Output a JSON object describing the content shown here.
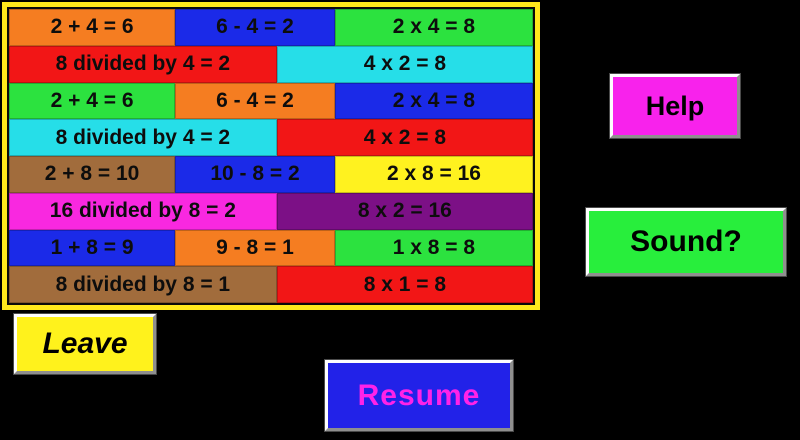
{
  "board": {
    "border_color": "#ffe81c",
    "rows": [
      {
        "cells": [
          {
            "text": "2 + 4 = 6",
            "color": "#f57d21"
          },
          {
            "text": "6 - 4 = 2",
            "color": "#1b2ae8"
          },
          {
            "text": "2 x 4 = 8",
            "color": "#2ce23f"
          }
        ]
      },
      {
        "cells": [
          {
            "text": "8 divided by 4 = 2",
            "color": "#f21616"
          },
          {
            "text": "4 x 2 = 8",
            "color": "#26dee8"
          }
        ]
      },
      {
        "cells": [
          {
            "text": "2 + 4 = 6",
            "color": "#2ce23f"
          },
          {
            "text": "6 - 4 = 2",
            "color": "#f57d21"
          },
          {
            "text": "2 x 4 = 8",
            "color": "#1b2ae8"
          }
        ]
      },
      {
        "cells": [
          {
            "text": "8 divided by 4 = 2",
            "color": "#26dee8"
          },
          {
            "text": "4 x 2 = 8",
            "color": "#f21616"
          }
        ]
      },
      {
        "cells": [
          {
            "text": "2 + 8 = 10",
            "color": "#a16c3c"
          },
          {
            "text": "10 - 8 = 2",
            "color": "#1b2ae8"
          },
          {
            "text": "2 x 8 = 16",
            "color": "#fff21f"
          }
        ]
      },
      {
        "cells": [
          {
            "text": "16 divided by 8 = 2",
            "color": "#f928e0"
          },
          {
            "text": "8 x 2 = 16",
            "color": "#7c1086"
          }
        ]
      },
      {
        "cells": [
          {
            "text": "1 + 8 = 9",
            "color": "#1b2ae8"
          },
          {
            "text": "9 - 8 = 1",
            "color": "#f57d21"
          },
          {
            "text": "1 x 8 = 8",
            "color": "#2ce23f"
          }
        ]
      },
      {
        "cells": [
          {
            "text": "8 divided by 8 = 1",
            "color": "#a16c3c"
          },
          {
            "text": "8 x 1 = 8",
            "color": "#f21616"
          }
        ]
      }
    ]
  },
  "buttons": {
    "help": {
      "label": "Help",
      "bg": "#f822ec",
      "text_color": "#000000"
    },
    "sound": {
      "label": "Sound?",
      "bg": "#28ee3c",
      "text_color": "#000000"
    },
    "leave": {
      "label": "Leave",
      "bg": "#fff21c",
      "text_color": "#000000"
    },
    "resume": {
      "label": "Resume",
      "bg": "#2222e8",
      "text_color": "#ff22e8"
    }
  }
}
